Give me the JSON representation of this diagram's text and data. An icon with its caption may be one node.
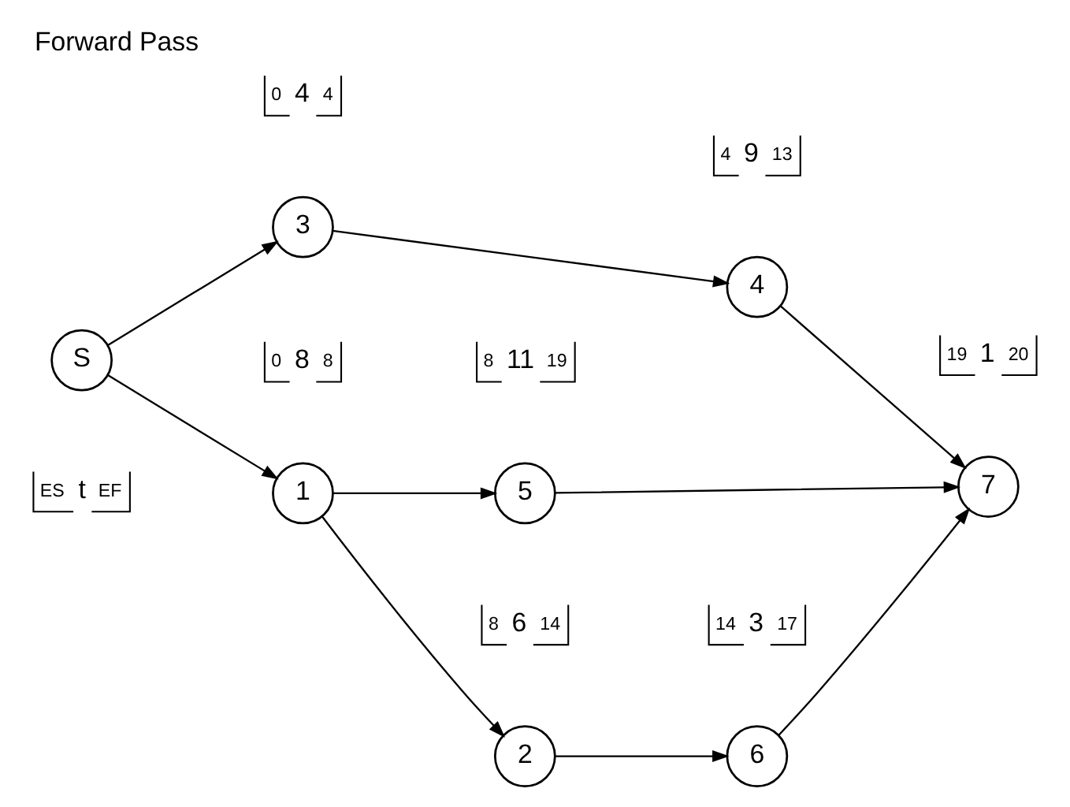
{
  "diagram": {
    "title": "Forward Pass",
    "nodes": [
      {
        "text": [
          "S"
        ]
      },
      {
        "text": [
          "1"
        ],
        "beside": [
          "0",
          "8",
          "8"
        ]
      },
      {
        "text": [
          "2"
        ],
        "beside": [
          "8",
          "6",
          "14"
        ]
      },
      {
        "text": [
          "3"
        ],
        "beside": [
          "0",
          "4",
          "4"
        ]
      },
      {
        "text": [
          "4"
        ],
        "beside": [
          "4",
          "9",
          "13"
        ]
      },
      {
        "text": [
          "5"
        ],
        "beside": [
          "8",
          "11",
          "19"
        ]
      },
      {
        "text": [
          "6"
        ],
        "beside": [
          "14",
          "3",
          "17"
        ]
      },
      {
        "text": [
          "7"
        ],
        "beside": [
          "19",
          "1",
          "20"
        ]
      }
    ],
    "edges": [
      {
        "from": 0,
        "to": 1,
        "arrow": "to"
      },
      {
        "from": 0,
        "to": 3,
        "arrow": "to"
      },
      {
        "from": 1,
        "to": 2,
        "arrow": "to"
      },
      {
        "from": 1,
        "to": 5,
        "arrow": "to"
      },
      {
        "from": 2,
        "to": 6,
        "arrow": "to"
      },
      {
        "from": 3,
        "to": 4,
        "arrow": "to"
      },
      {
        "from": 5,
        "to": 7,
        "arrow": "to"
      },
      {
        "from": 6,
        "to": 7,
        "arrow": "to"
      },
      {
        "from": 4,
        "to": 7,
        "arrow": "to"
      }
    ],
    "labels": [
      "ES",
      "t",
      "EF"
    ]
  }
}
